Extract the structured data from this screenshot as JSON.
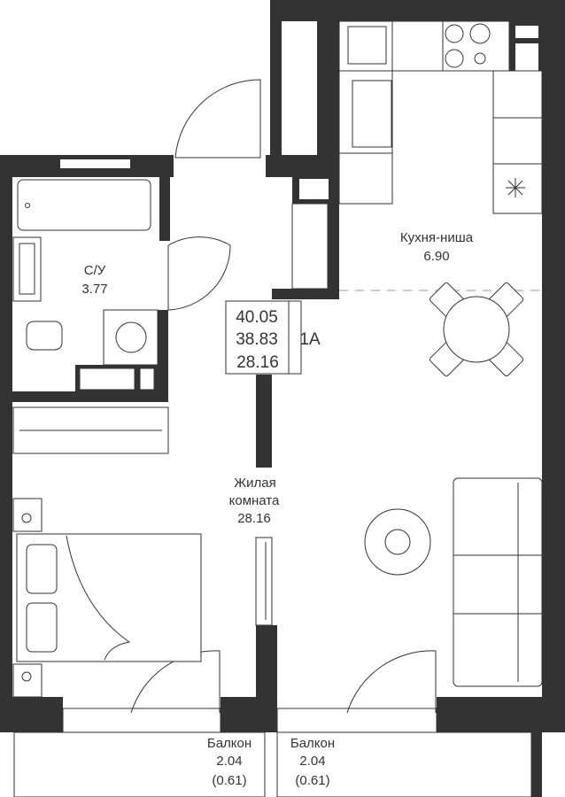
{
  "apartment": {
    "type_label": "1A",
    "areas": {
      "total": "40.05",
      "living_total": "38.83",
      "living": "28.16"
    }
  },
  "rooms": {
    "bathroom": {
      "name": "С/У",
      "area": "3.77"
    },
    "kitchen": {
      "name": "Кухня-ниша",
      "area": "6.90"
    },
    "living_room": {
      "name_line1": "Жилая",
      "name_line2": "комната",
      "area": "28.16"
    },
    "balcony_left": {
      "name": "Балкон",
      "area": "2.04",
      "reduced_area": "(0.61)"
    },
    "balcony_right": {
      "name": "Балкон",
      "area": "2.04",
      "reduced_area": "(0.61)"
    }
  },
  "colors": {
    "wall": "#333333",
    "background": "#ffffff"
  }
}
